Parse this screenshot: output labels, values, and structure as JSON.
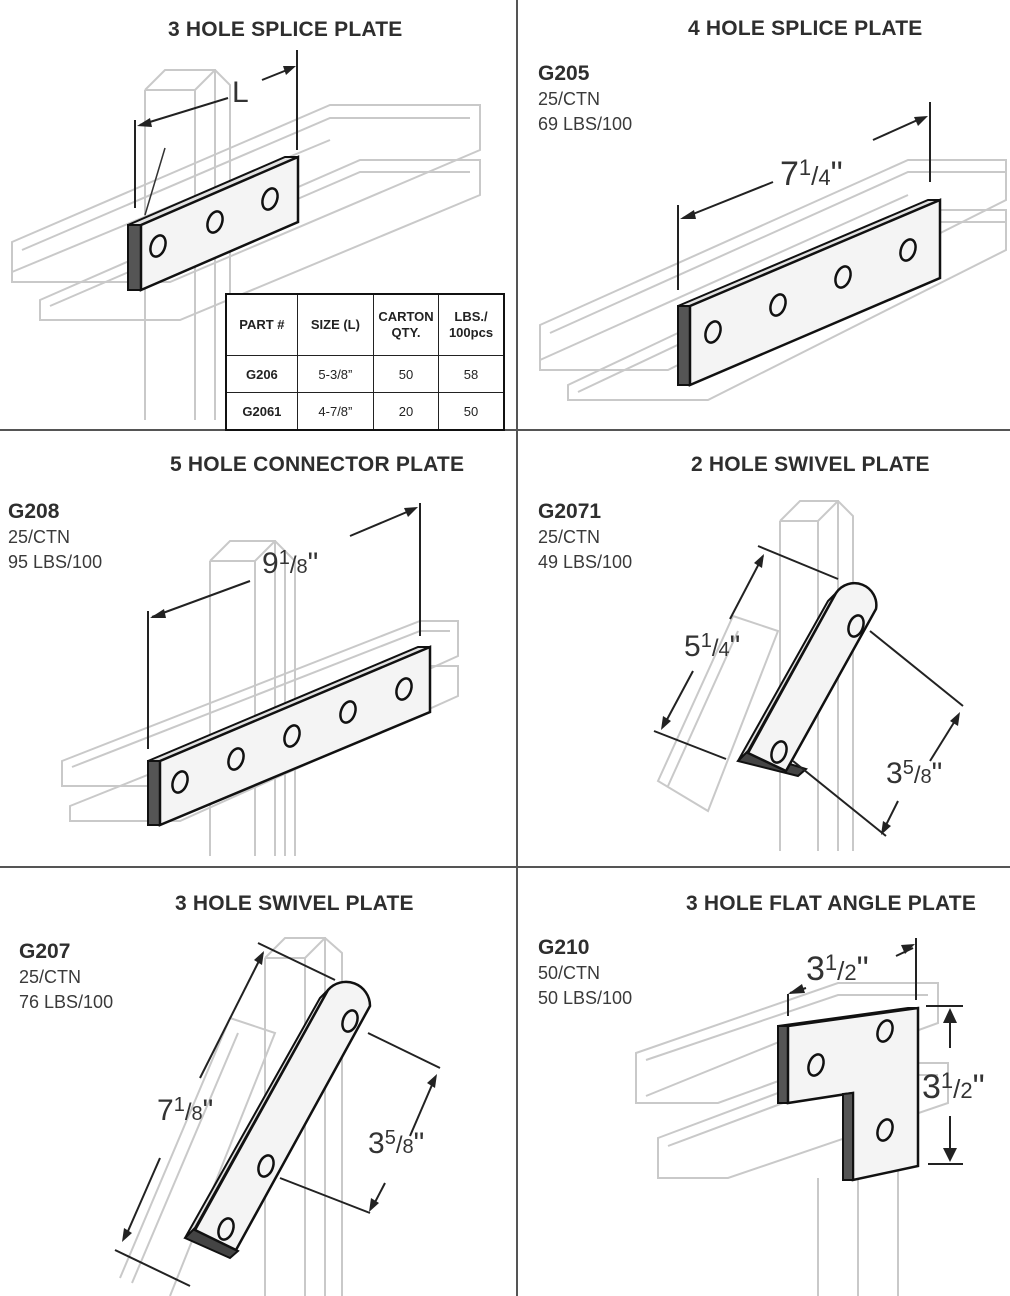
{
  "sections": [
    {
      "title": "3 HOLE SPLICE PLATE",
      "dimension_label": "L",
      "table": {
        "headers": [
          "PART #",
          "SIZE (L)",
          "CARTON QTY.",
          "LBS./ 100pcs"
        ],
        "rows": [
          [
            "G206",
            "5-3/8”",
            "50",
            "58"
          ],
          [
            "G2061",
            "4-7/8”",
            "20",
            "50"
          ]
        ]
      }
    },
    {
      "title": "4 HOLE SPLICE PLATE",
      "part": "G205",
      "carton": "25/CTN",
      "weight": "69 LBS/100",
      "dim1": {
        "whole": "7",
        "num": "1",
        "den": "4"
      }
    },
    {
      "title": "5 HOLE CONNECTOR PLATE",
      "part": "G208",
      "carton": "25/CTN",
      "weight": "95 LBS/100",
      "dim1": {
        "whole": "9",
        "num": "1",
        "den": "8"
      }
    },
    {
      "title": "2 HOLE SWIVEL PLATE",
      "part": "G2071",
      "carton": "25/CTN",
      "weight": "49 LBS/100",
      "dim1": {
        "whole": "5",
        "num": "1",
        "den": "4"
      },
      "dim2": {
        "whole": "3",
        "num": "5",
        "den": "8"
      }
    },
    {
      "title": "3 HOLE SWIVEL PLATE",
      "part": "G207",
      "carton": "25/CTN",
      "weight": "76 LBS/100",
      "dim1": {
        "whole": "7",
        "num": "1",
        "den": "8"
      },
      "dim2": {
        "whole": "3",
        "num": "5",
        "den": "8"
      }
    },
    {
      "title": "3 HOLE FLAT ANGLE PLATE",
      "part": "G210",
      "carton": "50/CTN",
      "weight": "50 LBS/100",
      "dim1": {
        "whole": "3",
        "num": "1",
        "den": "2"
      },
      "dim2": {
        "whole": "3",
        "num": "1",
        "den": "2"
      }
    }
  ]
}
